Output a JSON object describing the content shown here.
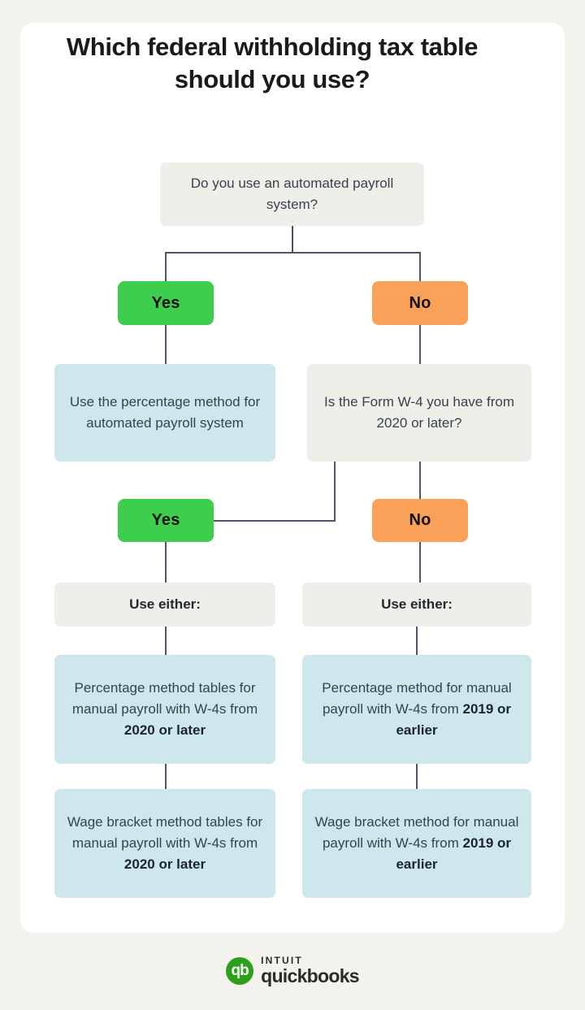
{
  "title": "Which federal withholding tax table should you use?",
  "colors": {
    "page_background": "#f3f2ec",
    "card_background": "#ffffff",
    "yes_pill": "#3ece4d",
    "no_pill": "#f9a158",
    "result_box": "#cde7ec",
    "question_box": "#efefea",
    "connector_line": "#4a5568",
    "logo_green": "#2ca01c"
  },
  "flow": {
    "root_question": "Do you use an automated payroll system?",
    "branch_labels": {
      "yes": "Yes",
      "no": "No"
    },
    "left_branch": {
      "answer": "Yes",
      "outcome": "Use the percentage method for automated payroll system"
    },
    "right_branch": {
      "answer": "No",
      "question": "Is the Form W-4 you have from 2020 or later?",
      "yes_answer": "Yes",
      "no_answer": "No"
    },
    "use_either_left": "Use either:",
    "use_either_right": "Use either:",
    "results_left": [
      {
        "plain": "Percentage method tables for manual payroll with W-4s from ",
        "emphasis": "2020 or later"
      },
      {
        "plain": "Wage bracket method tables for manual payroll with W-4s from ",
        "emphasis": "2020 or later"
      }
    ],
    "results_right": [
      {
        "plain": "Percentage method for manual payroll with W-4s from ",
        "emphasis": "2019 or earlier"
      },
      {
        "plain": "Wage bracket method for manual payroll with W-4s from ",
        "emphasis": "2019 or earlier"
      }
    ]
  },
  "logo": {
    "mark": "qb",
    "brand": "INTUIT",
    "product": "quickbooks"
  }
}
